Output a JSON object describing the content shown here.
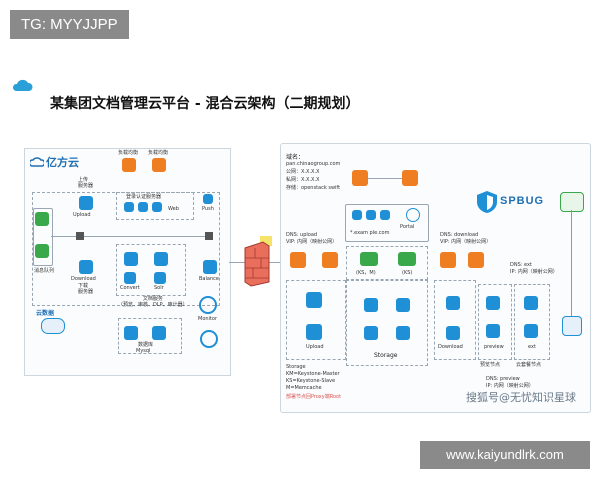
{
  "tag": "TG: MYYJJPP",
  "title": "某集团文档管理云平台 - 混合云架构（二期规划）",
  "icons": [
    "cloud-icon",
    "shield-icon",
    "firewall-icon",
    "router-icon",
    "server-icon"
  ],
  "colors": {
    "blue": "#1f8fd6",
    "orange": "#ef7d22",
    "green": "#38a84a",
    "gray": "#8a8a8a"
  },
  "left": {
    "brand": "亿方云",
    "sub_brand": "云数据",
    "upload": "Upload",
    "download": "Download",
    "upload_cn": "上传\n服务器",
    "download_cn": "下载\n服务器",
    "msg_queue": "消息队列",
    "convert": "Convert",
    "solr": "Solr",
    "web": "Web",
    "push": "Push",
    "balance": "Balance",
    "monitor": "Monitor",
    "db": "数据库",
    "db_sub": "Mysql",
    "login": "登录认证服务器",
    "analysis": "文档服务\n（预览、审核、DLP、审计器）",
    "top_nodes": [
      "负载均衡",
      "负载均衡"
    ]
  },
  "right": {
    "domain_label": "域名：",
    "domain": "pan.chinaogroup.com",
    "public_ip": "公网：X.X.X.X",
    "private_ip": "私网：X.X.X.X",
    "storage_label": "存储：openstack swift",
    "logo": "SPBUG",
    "portal": "Portal",
    "portal_domain": "*.exam ple.com",
    "dns_upload": "DNS: upload",
    "dns_upload_ip": "VIP: 内网（映射公网）",
    "dns_download": "DNS: download",
    "dns_download_ip": "VIP: 内网（映射公网）",
    "dns_ext": "DNS: ext",
    "dns_ext_ip": "IP: 内网（映射公网）",
    "ks_m": "(KS，M)",
    "ks": "(KS)",
    "storage": "Storage",
    "upload": "Upload",
    "download": "Download",
    "preview": "preview",
    "ext": "ext",
    "preview_node": "预览节点",
    "ext_node": "云套餐节点",
    "dns_preview": "DNS: preview",
    "dns_preview_ip": "IP: 内网（映射公网）",
    "legend": "Storage\nKM=Keystone-Master\nKS=Keystone-Slave\nM=Memcache",
    "legend_note": "部署节点回Proxy端Root"
  },
  "watermark_site": "www.kaiyundlrk.com",
  "watermark_sohu": "搜狐号@无忧知识星球"
}
